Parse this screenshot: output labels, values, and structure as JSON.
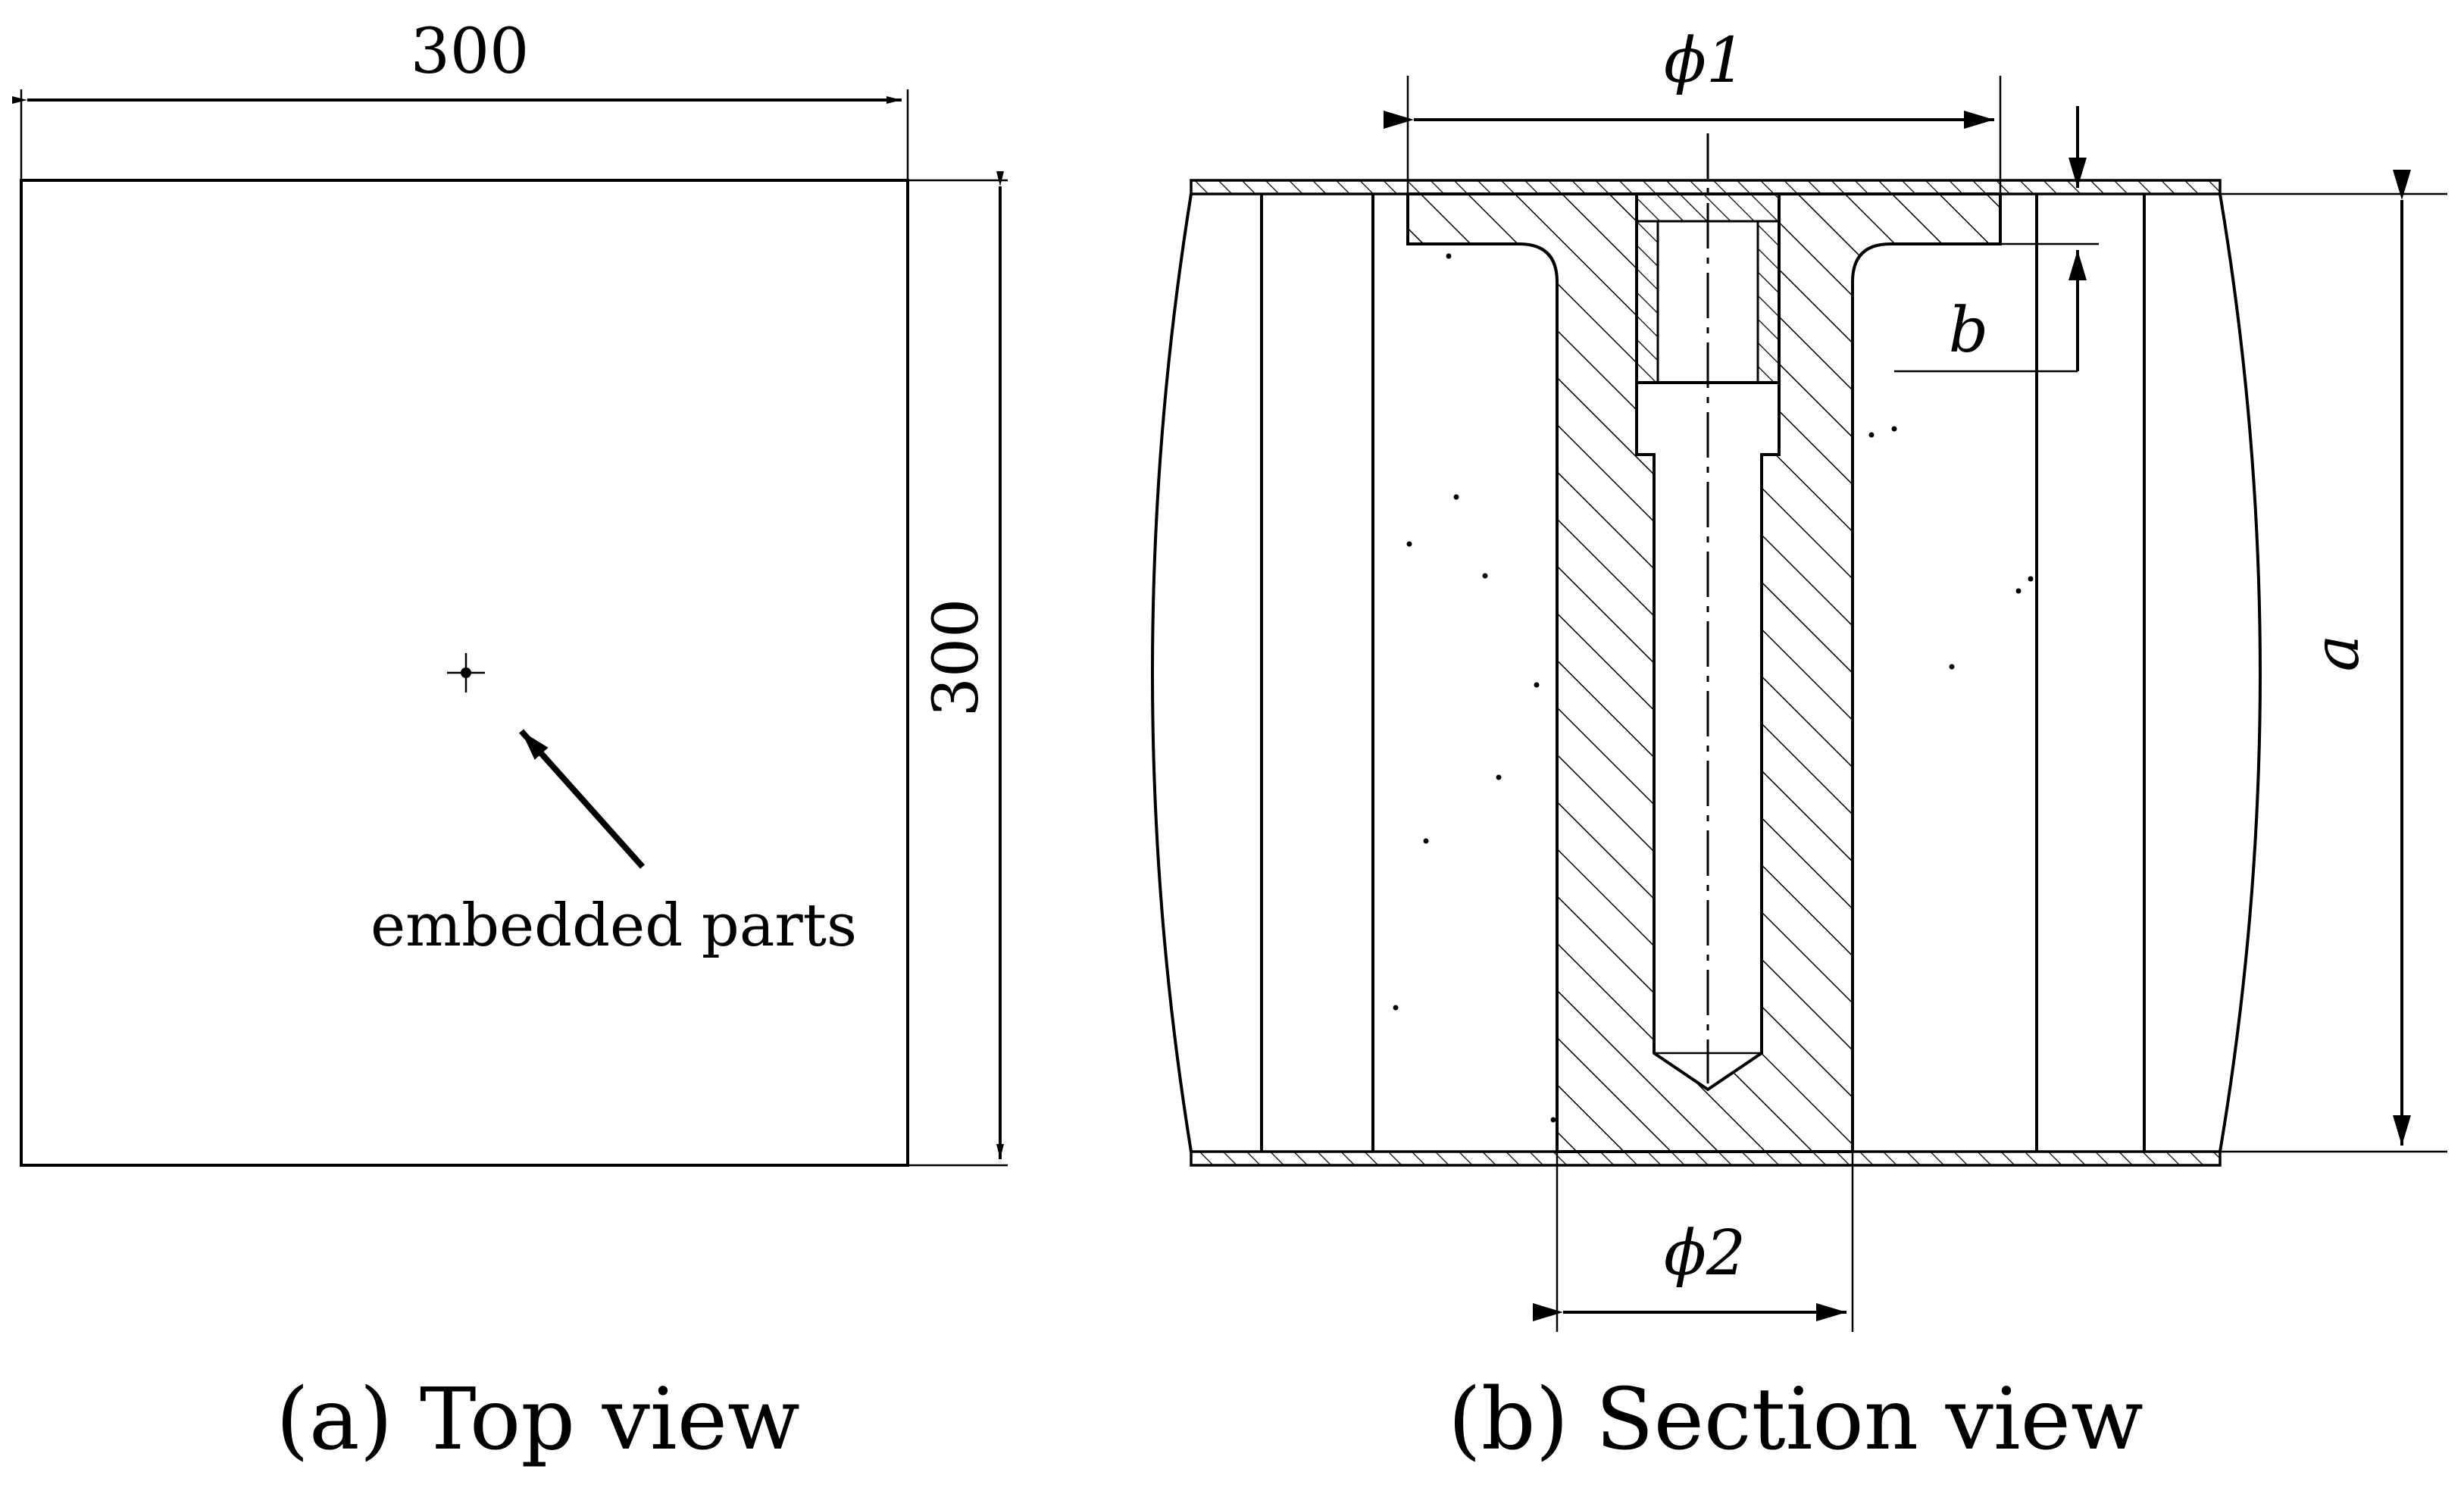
{
  "top_view": {
    "width_dim": "300",
    "height_dim": "300",
    "annotation": "embedded parts",
    "caption": "(a) Top view"
  },
  "section_view": {
    "phi1_label": "ϕ1",
    "phi2_label": "ϕ2",
    "a_label": "a",
    "b_label": "b",
    "caption": "(b) Section view"
  },
  "colors": {
    "line": "#000000",
    "background": "#ffffff"
  }
}
